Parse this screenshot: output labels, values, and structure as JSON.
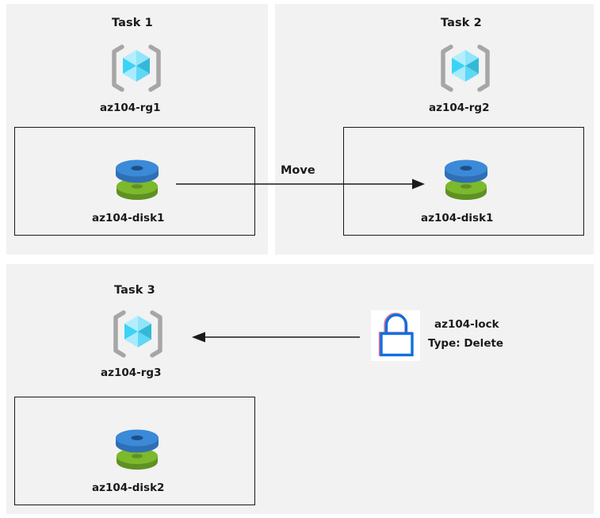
{
  "diagram": {
    "title": "Azure AZ-104 resource group tasks diagram",
    "background_color": "#ffffff",
    "panel_color": "#f2f2f2",
    "box_border_color": "#1a1a1a",
    "text_color": "#1a1a1a"
  },
  "panels": [
    {
      "id": "task1",
      "title": "Task 1",
      "resource_group": {
        "icon": "resource-group-cube-icon",
        "label": "az104-rg1"
      },
      "resource": {
        "icon": "disk-icon",
        "label": "az104-disk1"
      }
    },
    {
      "id": "task2",
      "title": "Task 2",
      "resource_group": {
        "icon": "resource-group-cube-icon",
        "label": "az104-rg2"
      },
      "resource": {
        "icon": "disk-icon",
        "label": "az104-disk1"
      }
    },
    {
      "id": "task3",
      "title": "Task 3",
      "resource_group": {
        "icon": "resource-group-cube-icon",
        "label": "az104-rg3"
      },
      "resource": {
        "icon": "disk-icon",
        "label": "az104-disk2"
      }
    }
  ],
  "connectors": [
    {
      "id": "move-arrow",
      "label": "Move",
      "direction": "right",
      "from": "task1-disk",
      "to": "task2-disk"
    },
    {
      "id": "lock-arrow",
      "label": "",
      "direction": "left",
      "from": "az104-lock",
      "to": "task3-resource-group"
    }
  ],
  "lock": {
    "icon": "lock-icon",
    "name": "az104-lock",
    "type_label": "Type: Delete"
  },
  "colors": {
    "cube_light": "#7fe3fb",
    "cube_mid": "#3cd3f5",
    "cube_dark": "#35b8d8",
    "cube_pale": "#b3eefd",
    "bracket_gray": "#a6a6a6",
    "disk_blue": "#3b8ad8",
    "disk_blue_dark": "#2f6fb5",
    "disk_green": "#7cb92d",
    "disk_green_dark": "#5f9122",
    "lock_blue": "#0f6fe0",
    "lock_accent": "#e8709a"
  }
}
